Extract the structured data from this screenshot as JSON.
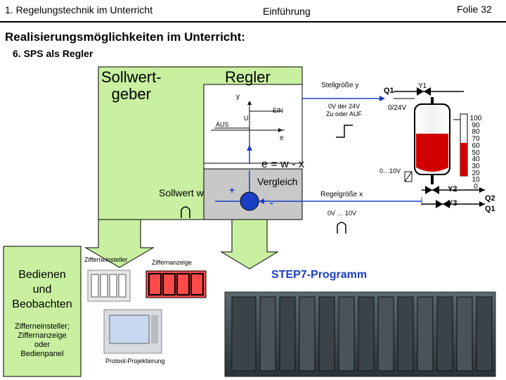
{
  "header": {
    "left": "1. Regelungstechnik im Unterricht",
    "center": "Einführung",
    "right": "Folie 32"
  },
  "title": "Realisierungsmöglichkeiten im Unterricht:",
  "subtitle": "6. SPS als Regler",
  "diagram": {
    "sollwertgeber": "Sollwert-\ngeber",
    "regler": "Regler",
    "y_label": "y",
    "ein_label": "EIN",
    "aus_label": "AUS",
    "u_label": "U",
    "e_label": "e",
    "equation": "e = w - x",
    "vergleich": "Vergleich",
    "sollwert_w": "Sollwert w",
    "plus": "+",
    "minus": "-",
    "stellgroesse": "Stellgröße y",
    "switch_note": "0V der 24V\nZu oder AUF",
    "q1": "Q1",
    "y1": "Y1",
    "v24": "0/24V",
    "range_010": "0…10V",
    "regelgroesse": "Regelgröße x",
    "range_010b": "0V … 10V",
    "y2": "Y2",
    "y3": "Y3",
    "q2_right": "Q2",
    "q1_right": "Q1",
    "scale": [
      "100",
      "90",
      "80",
      "70",
      "60",
      "50",
      "40",
      "30",
      "20",
      "10",
      "0"
    ]
  },
  "bottom": {
    "zifferneinsteller": "Zifferneinsteller",
    "ziffernanzeige": "Ziffernanzeige",
    "bedienen": "Bedienen\nund\nBeobachten",
    "devices": "Zifferneinsteller;\nZiffernanzeige\noder\nBedienpanel",
    "protool": "Protool-Projektierung",
    "step7": "STEP7-Programm"
  },
  "colors": {
    "green_fill": "#c8f0a0",
    "grey_fill": "#c8c8c8",
    "blue_signal": "#1a3fc4",
    "tank_red": "#d10000",
    "step7_text": "#1a3fc4"
  }
}
